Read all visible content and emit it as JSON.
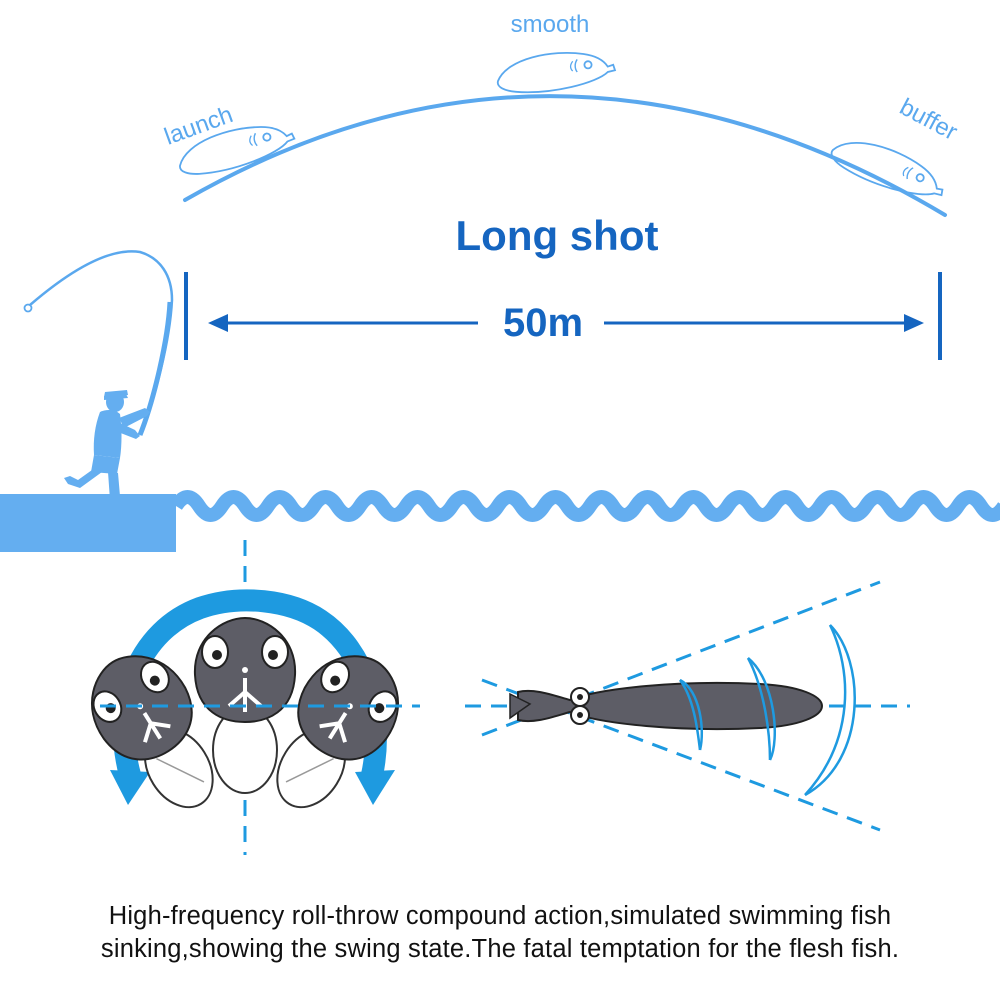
{
  "trajectory": {
    "launch_label": "launch",
    "smooth_label": "smooth",
    "buffer_label": "buffer"
  },
  "headline": "Long shot",
  "distance_label": "50m",
  "caption": {
    "line1": "High-frequency roll-throw compound action,simulated swimming fish",
    "line2": "sinking,showing the swing state.The fatal temptation for the flesh fish."
  },
  "colors": {
    "light_blue": "#5aa8ee",
    "dark_blue": "#1565c0",
    "water_blue": "#64aef0",
    "arrow_blue": "#1e9ae0",
    "lure_gray": "#5d5d66",
    "text": "#111111"
  },
  "icons": [
    "angler-icon",
    "fishing-rod-icon",
    "lure-icon",
    "rotation-arrow-icon",
    "pier-icon",
    "wave-icon"
  ]
}
